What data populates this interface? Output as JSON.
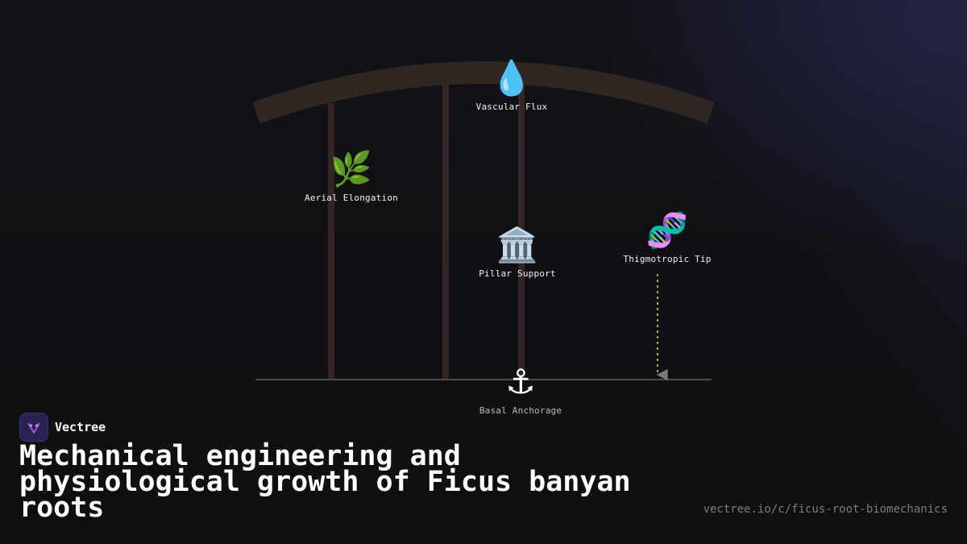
{
  "brand": {
    "name": "Vectree",
    "accent": "#a45ce0"
  },
  "headline": "Mechanical engineering and physiological growth of Ficus banyan roots",
  "url": "vectree.io/c/ficus-root-biomechanics",
  "diagram": {
    "nodes": [
      {
        "id": "vascular-flux",
        "icon": "droplet-icon",
        "emoji": "💧",
        "label": "Vascular Flux"
      },
      {
        "id": "aerial-elongation",
        "icon": "herb-icon",
        "emoji": "🌿",
        "label": "Aerial Elongation"
      },
      {
        "id": "pillar-support",
        "icon": "classical-building-icon",
        "emoji": "🏛️",
        "label": "Pillar Support"
      },
      {
        "id": "thigmotropic-tip",
        "icon": "dna-icon",
        "emoji": "🧬",
        "label": "Thigmotropic Tip"
      },
      {
        "id": "basal-anchorage",
        "icon": "anchor-icon",
        "emoji": "⚓",
        "label": "Basal Anchorage"
      }
    ],
    "colors": {
      "branch": "#2e2722",
      "root": "#3a2a27",
      "ground": "#4a4a52",
      "tip_line": "#8fbf3a",
      "arrow": "#7a7a7a"
    }
  }
}
